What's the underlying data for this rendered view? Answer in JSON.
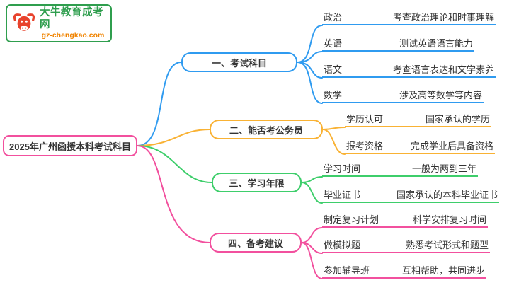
{
  "logo": {
    "title": "大牛教育成考网",
    "url": "gz-chengkao.com"
  },
  "root": {
    "title": "2025年广州函授本科考试科目"
  },
  "colors": {
    "branch_exam": "#2F9BF0",
    "branch_civil_servant": "#F9B234",
    "branch_years": "#3ECE6B",
    "branch_prep": "#F2509E",
    "root_border": "#F2509E",
    "logo_green": "#2F9E4E",
    "logo_orange": "#F08300"
  },
  "branches": [
    {
      "label": "一、考试科目",
      "color": "#2F9BF0",
      "leaves": [
        {
          "label": "政治",
          "desc": "考查政治理论和时事理解"
        },
        {
          "label": "英语",
          "desc": "测试英语语言能力"
        },
        {
          "label": "语文",
          "desc": "考查语言表达和文学素养"
        },
        {
          "label": "数学",
          "desc": "涉及高等数学等内容"
        }
      ]
    },
    {
      "label": "二、能否考公务员",
      "color": "#F9B234",
      "leaves": [
        {
          "label": "学历认可",
          "desc": "国家承认的学历"
        },
        {
          "label": "报考资格",
          "desc": "完成学业后具备资格"
        }
      ]
    },
    {
      "label": "三、学习年限",
      "color": "#3ECE6B",
      "leaves": [
        {
          "label": "学习时间",
          "desc": "一般为两到三年"
        },
        {
          "label": "毕业证书",
          "desc": "国家承认的本科毕业证书"
        }
      ]
    },
    {
      "label": "四、备考建议",
      "color": "#F2509E",
      "leaves": [
        {
          "label": "制定复习计划",
          "desc": "科学安排复习时间"
        },
        {
          "label": "做模拟题",
          "desc": "熟悉考试形式和题型"
        },
        {
          "label": "参加辅导班",
          "desc": "互相帮助，共同进步"
        }
      ]
    }
  ]
}
